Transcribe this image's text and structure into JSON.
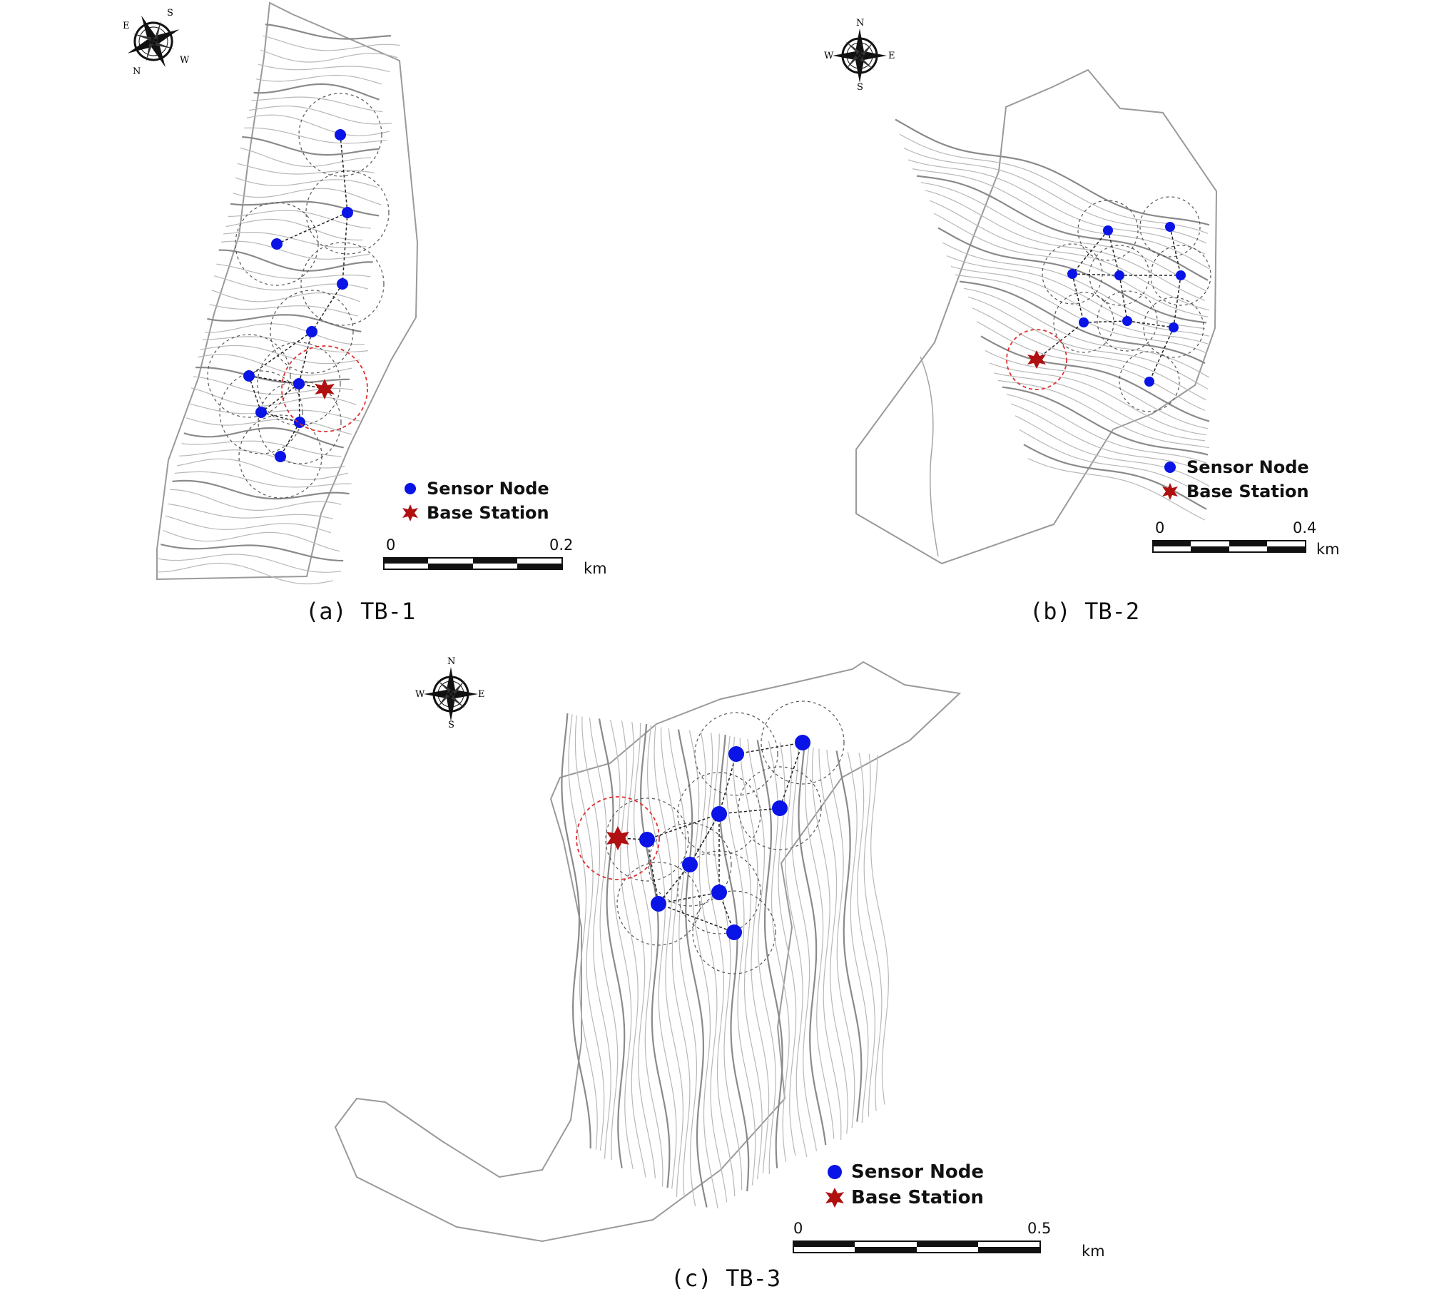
{
  "panels": [
    {
      "id": "a",
      "caption": "(a) TB-1",
      "legend": {
        "sensor_label": "Sensor Node",
        "base_label": "Base Station"
      },
      "scale": {
        "start_label": "0",
        "end_label": "0.2",
        "unit_label": "km"
      },
      "compass": {
        "letters": [
          "S",
          "W",
          "N",
          "E"
        ]
      }
    },
    {
      "id": "b",
      "caption": "(b) TB-2",
      "legend": {
        "sensor_label": "Sensor Node",
        "base_label": "Base Station"
      },
      "scale": {
        "start_label": "0",
        "end_label": "0.4",
        "unit_label": "km"
      },
      "compass": {
        "letters": [
          "N",
          "E",
          "S",
          "W"
        ]
      }
    },
    {
      "id": "c",
      "caption": "(c) TB-3",
      "legend": {
        "sensor_label": "Sensor Node",
        "base_label": "Base Station"
      },
      "scale": {
        "start_label": "0",
        "end_label": "0.5",
        "unit_label": "km"
      },
      "compass": {
        "letters": [
          "N",
          "E",
          "S",
          "W"
        ]
      }
    }
  ],
  "colors": {
    "sensor_node": "#0a14e6",
    "base_station": "#b01010",
    "base_range_circle": "#e03030",
    "node_range_circle": "#555555",
    "contour_major": "#8a8a8a",
    "contour_minor": "#b8b8b8",
    "link": "#222222"
  }
}
